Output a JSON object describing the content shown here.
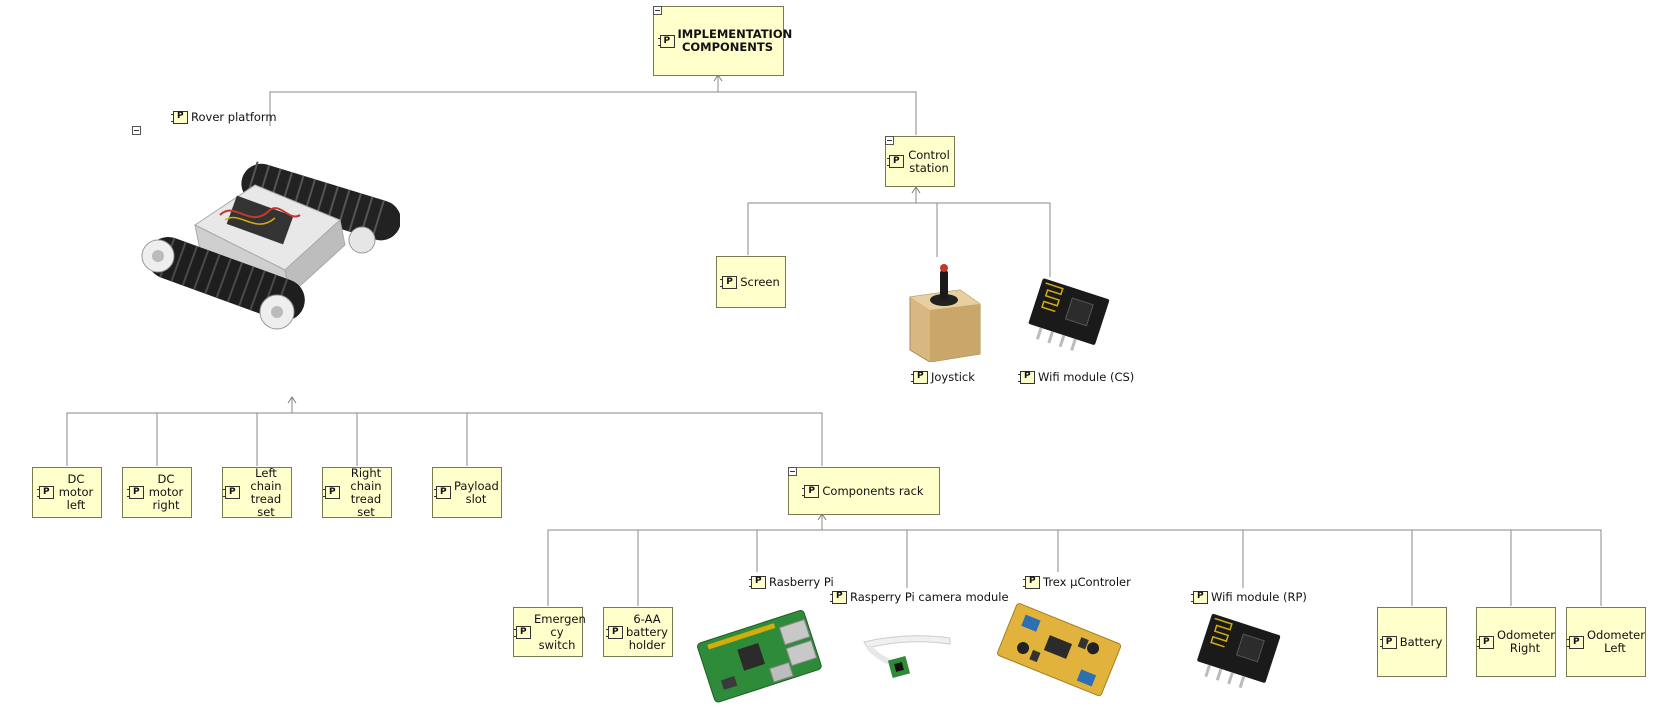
{
  "diagram": {
    "root": "IMPLEMENTATION COMPONENTS",
    "rover_platform": "Rover platform",
    "control_station": "Control station",
    "control_children": {
      "screen": "Screen",
      "joystick": "Joystick",
      "wifi_cs": "Wifi module (CS)"
    },
    "rover_children": {
      "dc_motor_left": "DC motor left",
      "dc_motor_right": "DC motor right",
      "left_chain": "Left chain tread set",
      "right_chain": "Right chain tread set",
      "payload_slot": "Payload slot",
      "components_rack": "Components rack"
    },
    "rack_children": {
      "emergency_switch": "Emergen cy switch",
      "battery_holder": "6-AA battery holder",
      "raspberry_pi": "Rasberry Pi",
      "camera_module": "Rasperry Pi camera module",
      "trex": "Trex µControler",
      "wifi_rp": "Wifi module (RP)",
      "battery": "Battery",
      "odometer_right": "Odometer Right",
      "odometer_left": "Odometer Left"
    }
  },
  "colors": {
    "node_fill": "#ffffcc",
    "node_border": "#7a7a52",
    "connector": "#808080"
  },
  "icons": [
    "component-icon",
    "collapse-icon"
  ]
}
